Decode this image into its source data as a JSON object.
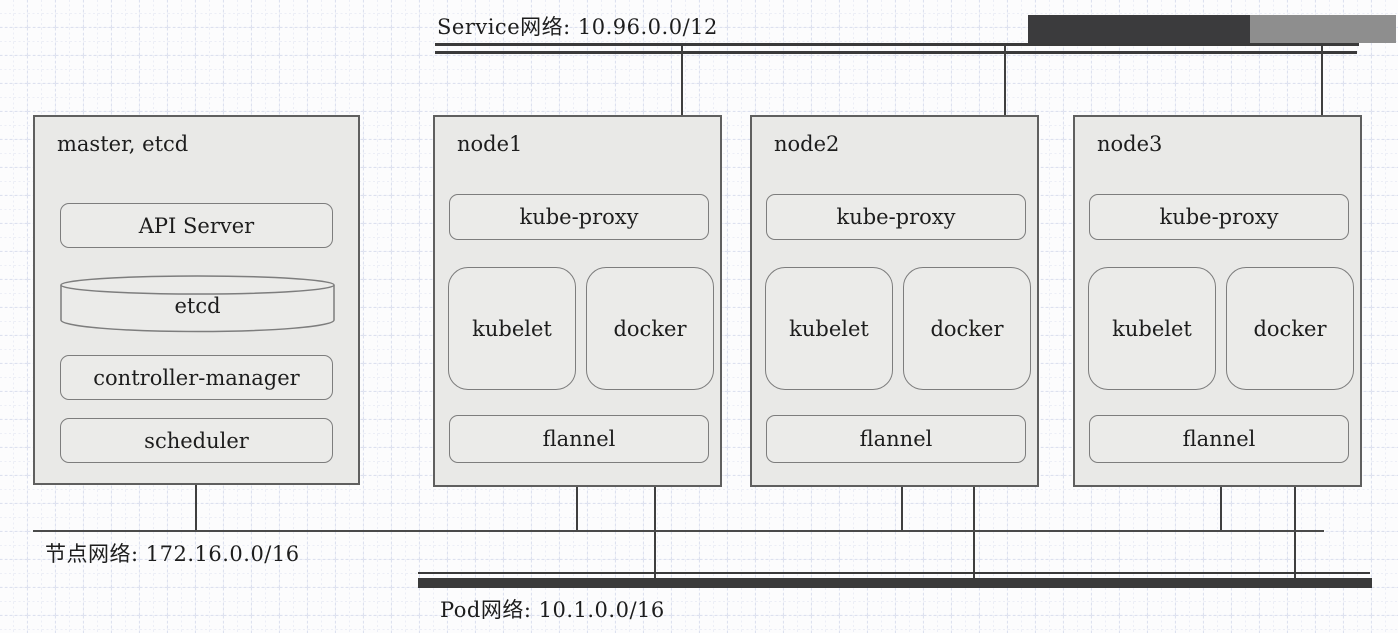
{
  "networks": {
    "service": {
      "label": "Service网络: 10.96.0.0/12"
    },
    "node": {
      "label": "节点网络: 172.16.0.0/16"
    },
    "pod": {
      "label": "Pod网络: 10.1.0.0/16"
    }
  },
  "master": {
    "title": "master, etcd",
    "api_server": "API Server",
    "etcd": "etcd",
    "controller_manager": "controller-manager",
    "scheduler": "scheduler"
  },
  "nodes": [
    {
      "title": "node1",
      "kube_proxy": "kube-proxy",
      "kubelet": "kubelet",
      "docker": "docker",
      "flannel": "flannel"
    },
    {
      "title": "node2",
      "kube_proxy": "kube-proxy",
      "kubelet": "kubelet",
      "docker": "docker",
      "flannel": "flannel"
    },
    {
      "title": "node3",
      "kube_proxy": "kube-proxy",
      "kubelet": "kubelet",
      "docker": "docker",
      "flannel": "flannel"
    }
  ],
  "colors": {
    "bus_line": "#3a3a3a",
    "connector": "#3f3f3f",
    "box_fill": "#e9e9e7",
    "outer_border": "#5f5f5f",
    "inner_border": "#7d7d7d",
    "decor_dark_bar": "#3b3b3d",
    "decor_light_bar": "#8e8e8e",
    "grid_major": "#dde1ef",
    "grid_minor": "#eceef6"
  }
}
